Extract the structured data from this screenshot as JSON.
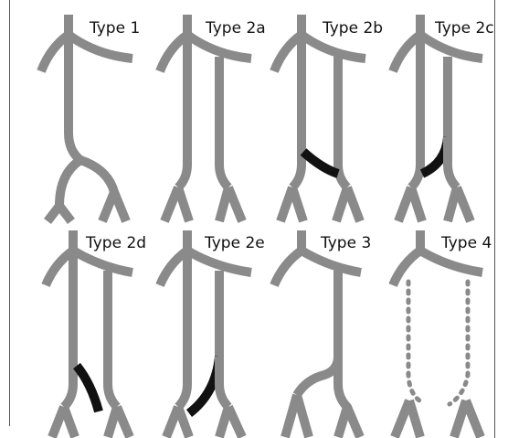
{
  "panels": [
    {
      "id": "type-1",
      "label": "Type 1"
    },
    {
      "id": "type-2a",
      "label": "Type 2a"
    },
    {
      "id": "type-2b",
      "label": "Type 2b"
    },
    {
      "id": "type-2c",
      "label": "Type 2c"
    },
    {
      "id": "type-2d",
      "label": "Type 2d"
    },
    {
      "id": "type-2e",
      "label": "Type 2e"
    },
    {
      "id": "type-3",
      "label": "Type 3"
    },
    {
      "id": "type-4",
      "label": "Type 4"
    }
  ],
  "colors": {
    "vein": "#8a8a8a",
    "highlight": "#111111"
  }
}
